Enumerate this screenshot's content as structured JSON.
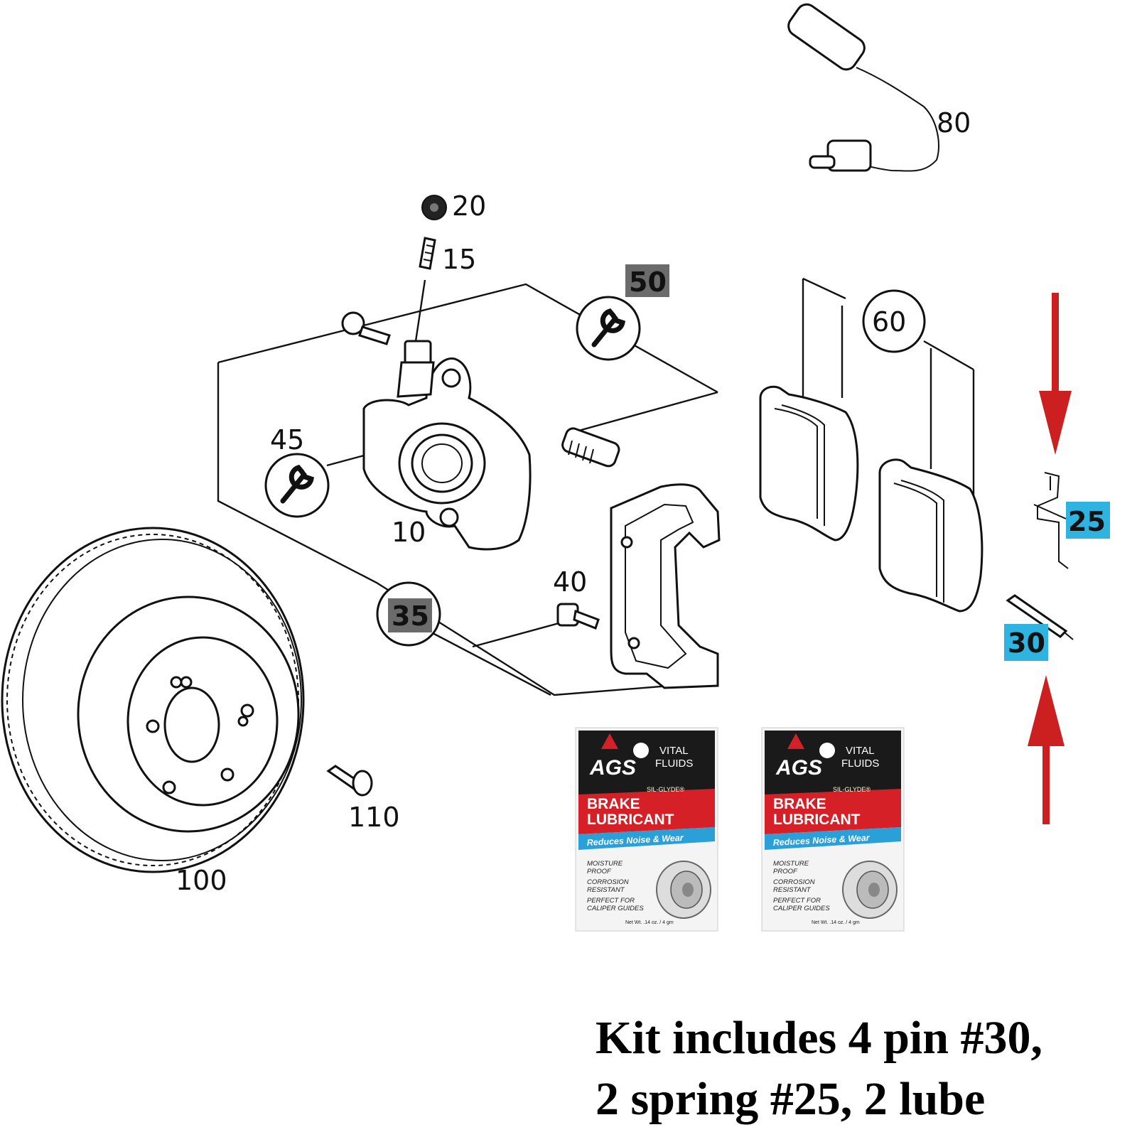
{
  "callouts": {
    "c10": "10",
    "c15": "15",
    "c20": "20",
    "c25": "25",
    "c30": "30",
    "c35": "35",
    "c40": "40",
    "c45": "45",
    "c50": "50",
    "c60": "60",
    "c80": "80",
    "c100": "100",
    "c110": "110"
  },
  "highlight_colors": {
    "dark_box": "#6b6b6b",
    "blue_box": "#2fb3e0",
    "arrow": "#cc1f1f"
  },
  "lube_packet": {
    "brand": "AGS",
    "vital_line1": "VITAL",
    "vital_line2": "FLUIDS",
    "sub_brand": "SIL-GLYDE®",
    "title_line1": "BRAKE",
    "title_line2": "LUBRICANT",
    "tagline": "Reduces Noise & Wear",
    "features": [
      "MOISTURE",
      "PROOF",
      "CORROSION",
      "RESISTANT",
      "PERFECT FOR",
      "CALIPER GUIDES"
    ],
    "net_weight": "Net Wt. .14 oz. / 4 gm",
    "colors": {
      "red": "#d62027",
      "blue": "#2a9fd8",
      "black": "#1a1a1a"
    }
  },
  "caption": {
    "line1": "Kit includes 4 pin #30,",
    "line2": "2 spring #25, 2 lube"
  }
}
